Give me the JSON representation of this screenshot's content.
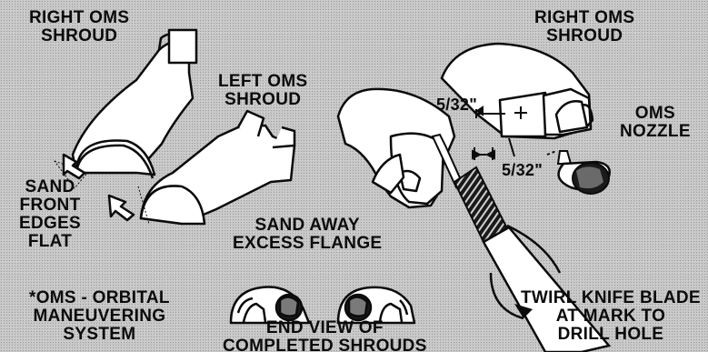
{
  "labels": {
    "right_oms_shroud_left": [
      "RIGHT OMS",
      "SHROUD"
    ],
    "right_oms_shroud_right": [
      "RIGHT OMS",
      "SHROUD"
    ],
    "left_oms_shroud": [
      "LEFT OMS",
      "SHROUD"
    ],
    "oms_nozzle": [
      "OMS",
      "NOZZLE"
    ],
    "sand_front_edges_flat": [
      "SAND",
      "FRONT",
      "EDGES",
      "FLAT"
    ],
    "sand_away_excess_flange": [
      "SAND AWAY",
      "EXCESS FLANGE"
    ],
    "oms_definition": [
      "*OMS - ORBITAL",
      "MANEUVERING",
      "SYSTEM"
    ],
    "end_view_caption": [
      "END VIEW OF",
      "COMPLETED SHROUDS"
    ],
    "twirl_knife_instruction": [
      "TWIRL KNIFE BLADE",
      "AT MARK TO",
      "DRILL HOLE"
    ],
    "dimension_top": "5/32\"",
    "dimension_bottom": "5/32\""
  },
  "colors": {
    "background": "#c8c8c8",
    "ink": "#0b0b0b",
    "paper_white": "#ffffff"
  }
}
